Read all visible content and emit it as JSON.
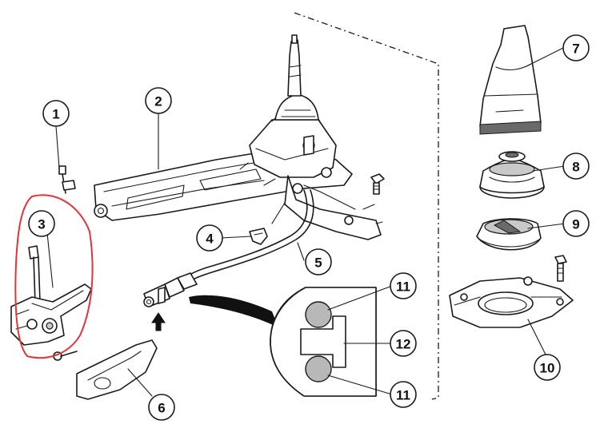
{
  "callouts": [
    {
      "id": "c1",
      "label": "1"
    },
    {
      "id": "c2",
      "label": "2"
    },
    {
      "id": "c3",
      "label": "3"
    },
    {
      "id": "c4",
      "label": "4"
    },
    {
      "id": "c5",
      "label": "5"
    },
    {
      "id": "c6",
      "label": "6"
    },
    {
      "id": "c7",
      "label": "7"
    },
    {
      "id": "c8",
      "label": "8"
    },
    {
      "id": "c9",
      "label": "9"
    },
    {
      "id": "c10",
      "label": "10"
    },
    {
      "id": "c11a",
      "label": "11"
    },
    {
      "id": "c12",
      "label": "12"
    },
    {
      "id": "c11b",
      "label": "11"
    }
  ],
  "colors": {
    "ink": "#1a1a1a",
    "highlight": "#e0353b",
    "shade": "#c9c9c9",
    "detail_fill": "#b8b8b8"
  }
}
